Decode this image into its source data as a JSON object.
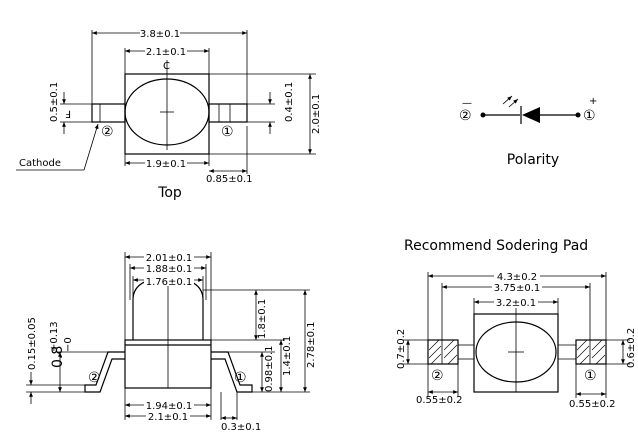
{
  "top_view": {
    "dim_overall_width": "3.8±0.1",
    "dim_body_width": "2.1±0.1",
    "dim_lens_width": "1.9±0.1",
    "dim_lead_length": "0.85±0.1",
    "dim_lead_thickness_left": "0.5±0.1",
    "dim_lead_thickness_right": "0.4±0.1",
    "dim_height": "2.0±0.1",
    "pin_left": "②",
    "pin_right": "①",
    "cathode_label": "Cathode",
    "center_mark": "C",
    "view_label": "Top"
  },
  "polarity": {
    "pin_left": "②",
    "pin_right": "①",
    "minus_sign": "—",
    "plus_sign": "+",
    "label": "Polarity"
  },
  "side_view": {
    "dim_top_1": "2.01±0.1",
    "dim_top_2": "1.88±0.1",
    "dim_top_3": "1.76±0.1",
    "dim_bottom_1": "1.94±0.1",
    "dim_bottom_2": "2.1±0.1",
    "dim_lead": "0.3±0.1",
    "dim_lens_height": "1.8±0.1",
    "dim_body_height": "1.4±0.1",
    "dim_total_height": "2.78±0.1",
    "dim_lower": "0.98±0.1",
    "dim_lead_thick": "0.15±0.05",
    "dim_standoff": "0.8",
    "tol_plus": "+0.13",
    "tol_minus": "−0",
    "pin_left": "②",
    "pin_right": "①"
  },
  "solder_pad": {
    "title": "Recommend Sodering Pad",
    "dim_overall": "4.3±0.2",
    "dim_inner": "3.75±0.1",
    "dim_body": "3.2±0.1",
    "dim_pad_left_height": "0.7±0.2",
    "dim_pad_right_height": "0.6±0.2",
    "dim_pad_left_width": "0.55±0.2",
    "dim_pad_right_width": "0.55±0.2",
    "pin_left": "②",
    "pin_right": "①"
  }
}
